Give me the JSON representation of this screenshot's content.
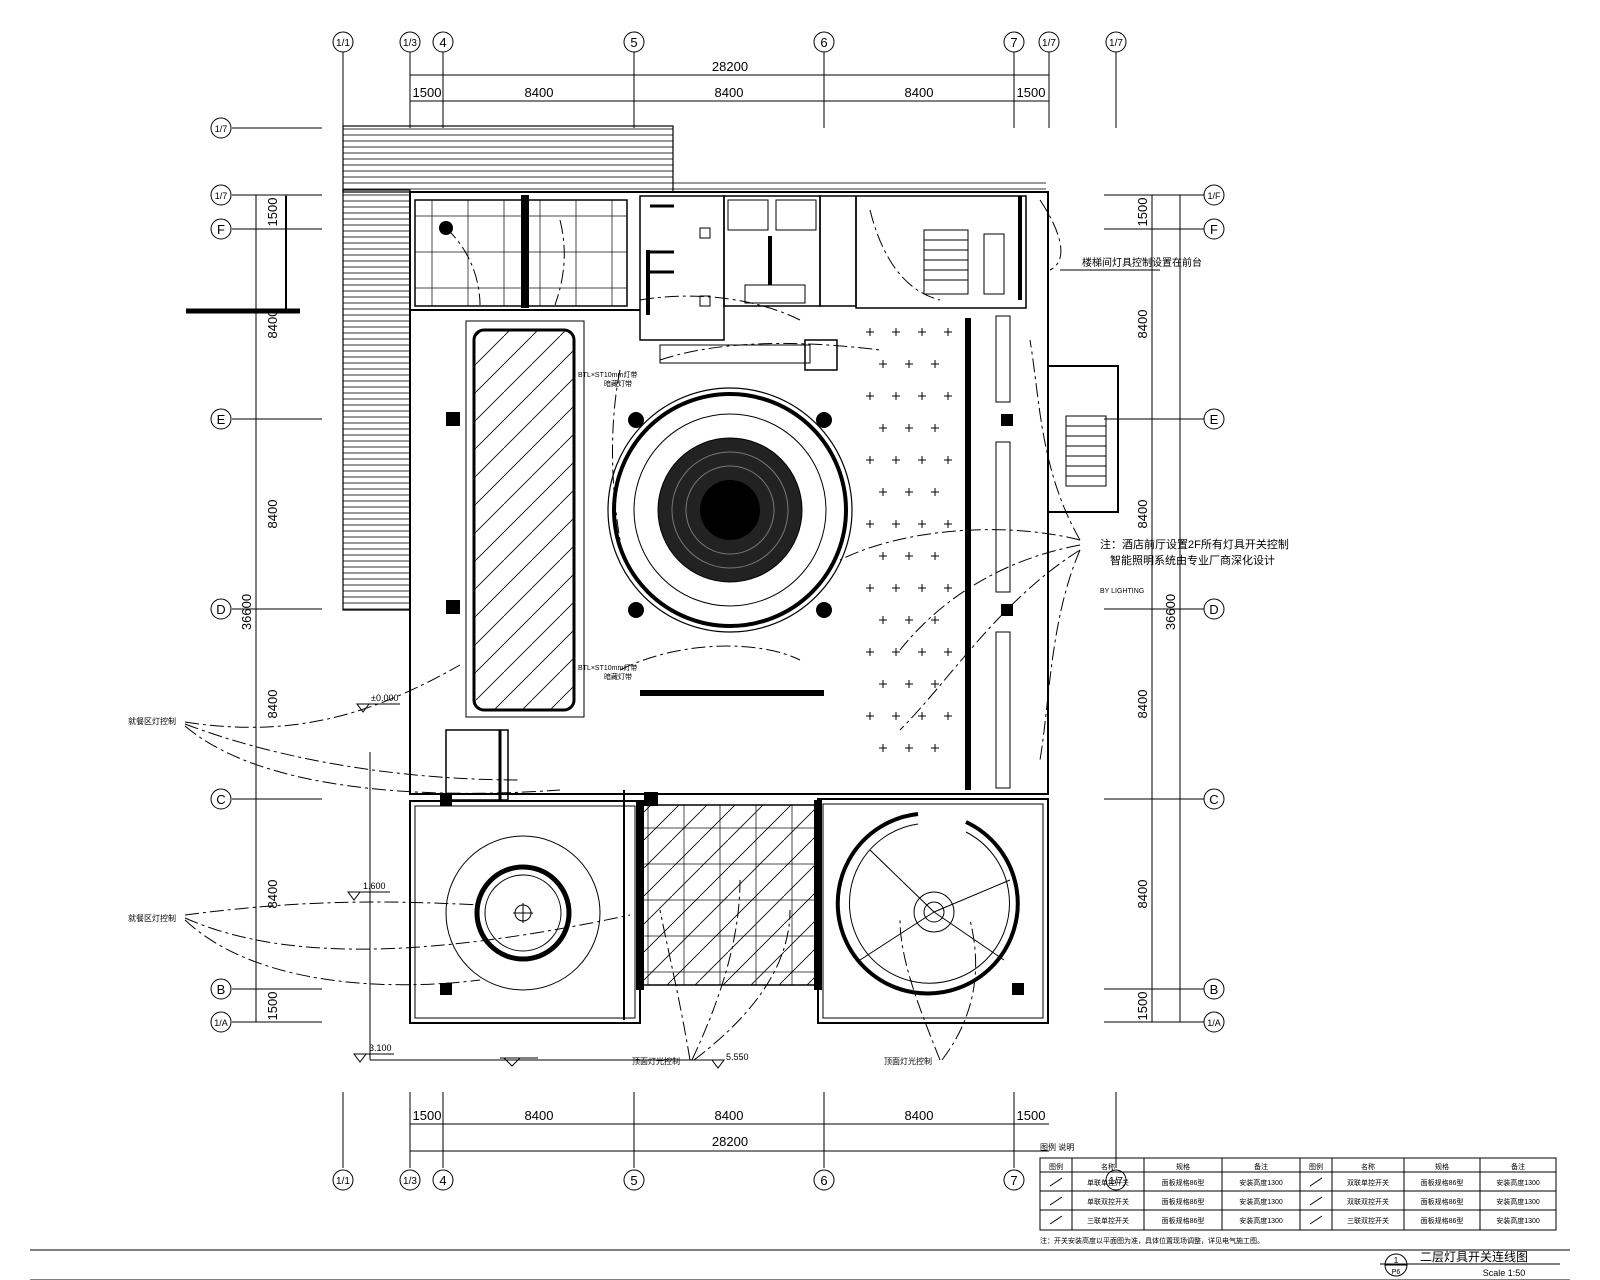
{
  "grid": {
    "top_cols": [
      "1/1",
      "1/3",
      "4",
      "5",
      "6",
      "7",
      "1/7",
      "1/7"
    ],
    "bottom_cols": [
      "1/1",
      "1/3",
      "4",
      "5",
      "6",
      "7",
      "1/7"
    ],
    "left_rows": [
      "1/7",
      "F",
      "E",
      "D",
      "C",
      "B",
      "1/A"
    ],
    "right_rows": [
      "1/F",
      "F",
      "E",
      "D",
      "C",
      "B",
      "1/A"
    ]
  },
  "dims": {
    "top_total": "28200",
    "top_segments": [
      "1500",
      "8400",
      "8400",
      "8400",
      "1500"
    ],
    "bottom_total": "28200",
    "bottom_segments": [
      "1500",
      "8400",
      "8400",
      "8400",
      "1500"
    ],
    "left_segments": [
      "1500",
      "8400",
      "8400",
      "8400",
      "8400",
      "1500"
    ],
    "left_total": "36600",
    "right_segments": [
      "1500",
      "8400",
      "8400",
      "8400",
      "8400",
      "1500"
    ],
    "right_total": "36600"
  },
  "levels": {
    "l1": "±0.000",
    "l2": "1.600",
    "l3": "3.100",
    "l4": "5.550"
  },
  "notes": {
    "stair_note": "楼梯间灯具控制设置在前台",
    "center_note_1": "注：酒店前厅设置2F所有灯具开关控制",
    "center_note_2": "智能照明系统由专业厂商深化设计",
    "center_small": "BY LIGHTING",
    "left_label_1": "就餐区灯控制",
    "left_label_2": "就餐区灯控制",
    "bottom_label_1": "顶面灯光控制",
    "bottom_label_2": "顶面灯光控制",
    "tag_1": "BTL×ST10mm灯带",
    "tag_1b": "暗藏灯带",
    "tag_2": "BTL×ST10mm灯带",
    "tag_2b": "暗藏灯带"
  },
  "legend": {
    "title": "图例 说明",
    "headers": [
      "图例",
      "名称",
      "规格",
      "备注",
      "图例",
      "名称",
      "规格",
      "备注"
    ],
    "rows": [
      [
        "",
        "单联单控开关",
        "面板规格86型",
        "安装高度1300",
        "",
        "双联单控开关",
        "面板规格86型",
        "安装高度1300"
      ],
      [
        "",
        "单联双控开关",
        "面板规格86型",
        "安装高度1300",
        "",
        "双联双控开关",
        "面板规格86型",
        "安装高度1300"
      ],
      [
        "",
        "三联单控开关",
        "面板规格86型",
        "安装高度1300",
        "",
        "三联双控开关",
        "面板规格86型",
        "安装高度1300"
      ]
    ],
    "footnote": "注：开关安装高度以平面图为准，具体位置现场调整，详见电气施工图。"
  },
  "titleblock": {
    "num": "1",
    "sheet": "P6",
    "title": "二层灯具开关连线图",
    "scale": "Scale 1:50"
  }
}
